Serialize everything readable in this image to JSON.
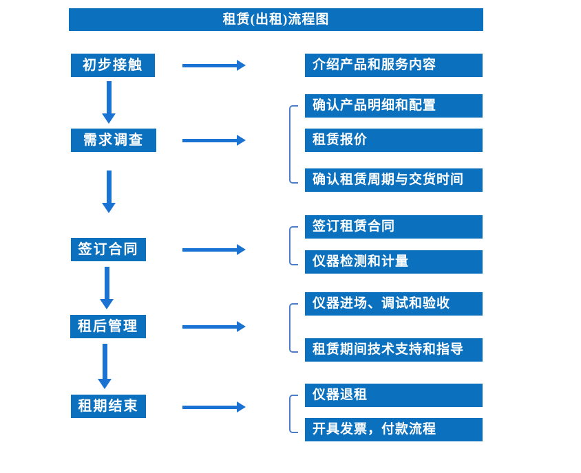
{
  "title": "租赁(出租)流程图",
  "colors": {
    "box_blue": "#0b70bd",
    "arrow_blue": "#1a73d2",
    "bracket_blue": "#4a7cc7",
    "text_white": "#ffffff"
  },
  "steps": [
    {
      "label": "初步接触",
      "outputs": [
        "介绍产品和服务内容"
      ]
    },
    {
      "label": "需求调查",
      "outputs": [
        "确认产品明细和配置",
        "租赁报价",
        "确认租赁周期与交货时间"
      ]
    },
    {
      "label": "签订合同",
      "outputs": [
        "签订租赁合同",
        "仪器检测和计量"
      ]
    },
    {
      "label": "租后管理",
      "outputs": [
        "仪器进场、调试和验收",
        "租赁期间技术支持和指导"
      ]
    },
    {
      "label": "租期结束",
      "outputs": [
        "仪器退租",
        "开具发票，付款流程"
      ]
    }
  ]
}
